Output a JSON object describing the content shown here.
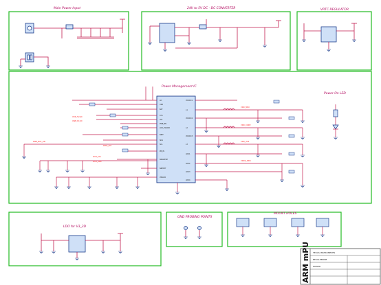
{
  "colors": {
    "frame_green": "#22bb22",
    "wire": "#c21a4d",
    "title": "#b0005a",
    "part_fill": "#cfe0f7",
    "part_stroke": "#1a3a8a",
    "net_label": "#ff1a1a",
    "text": "#222222",
    "ground": "#1a3a8a"
  },
  "blocks": {
    "main_power_input": {
      "title": "Main Power Input"
    },
    "dc_converter": {
      "title": "24V to 5V DC - DC CONVERTER"
    },
    "regulator": {
      "title": "VRTC REGULATOR"
    },
    "pmic": {
      "title": "Power Management IC"
    },
    "power_led": {
      "title": "Power On LED"
    },
    "ldo": {
      "title": "LDO for V3_3D"
    },
    "grid_points": {
      "title": "GND PROBING POINTS"
    },
    "mounting_holes": {
      "title": "MOUNT HOLES"
    }
  },
  "title_block": {
    "logo": "ARM mPU",
    "lines": [
      "TEXAS INSTRUMENTS",
      "BEAGLEBONE",
      "POWER"
    ]
  }
}
